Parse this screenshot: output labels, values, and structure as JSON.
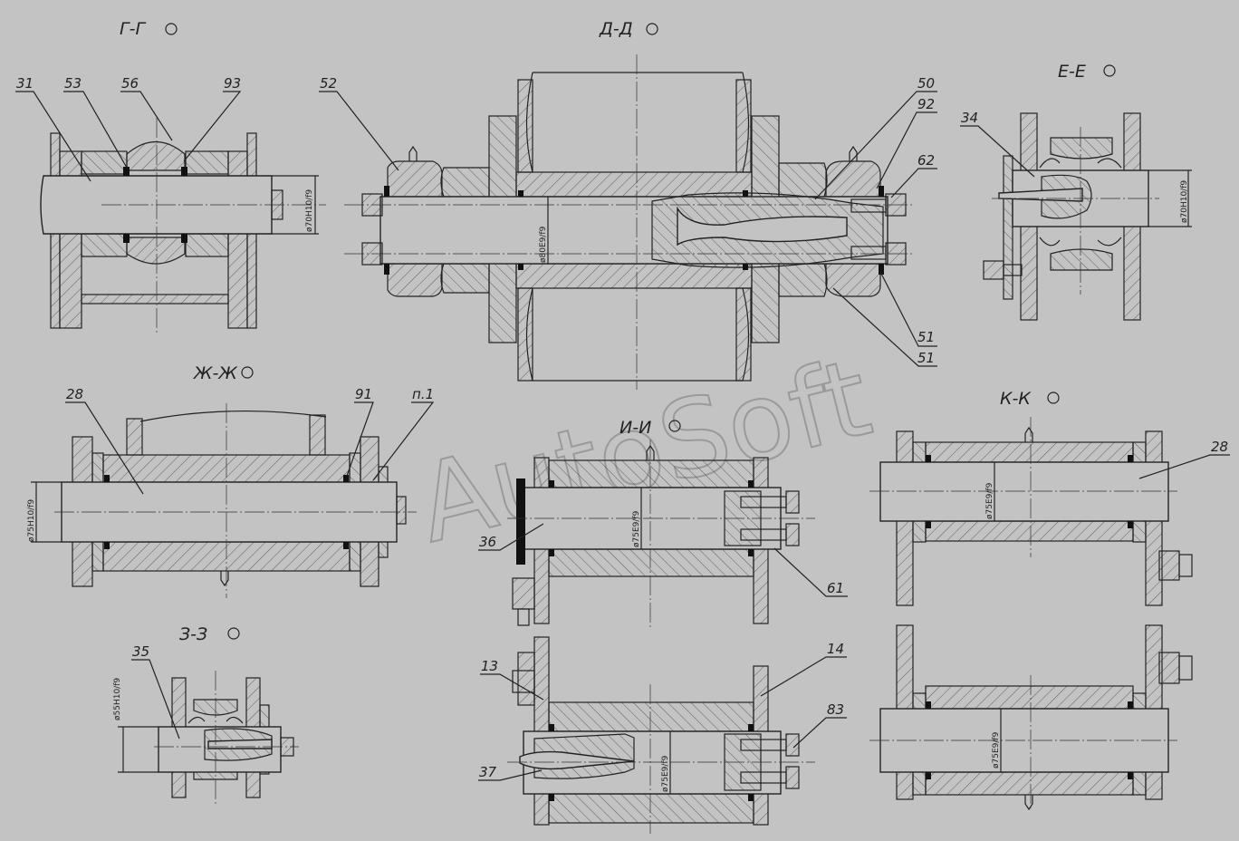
{
  "watermark": "AutoSoft",
  "views": {
    "gg": {
      "title": "Г-Г",
      "callouts": [
        "31",
        "53",
        "56",
        "93"
      ],
      "dim": "ø70H10/f9"
    },
    "dd": {
      "title": "Д-Д",
      "callouts": [
        "52",
        "50",
        "92",
        "62",
        "51",
        "51"
      ],
      "dim": "ø80E9/f9"
    },
    "ee": {
      "title": "Е-Е",
      "callouts": [
        "34"
      ],
      "dim": "ø70H10/f9"
    },
    "zhzh": {
      "title": "Ж-Ж",
      "callouts": [
        "28",
        "91",
        "п.1"
      ],
      "dim": "ø75H10/f9"
    },
    "ii": {
      "title": "И-И",
      "callouts": [
        "36",
        "61"
      ],
      "dim": "ø75E9/f9"
    },
    "kk": {
      "title": "К-К",
      "callouts": [
        "28"
      ],
      "dim_top": "ø75E9/f9",
      "dim_bottom": "ø75E9/f9"
    },
    "zz": {
      "title": "З-З",
      "callouts": [
        "35"
      ],
      "dim": "ø55H10/f9"
    },
    "lower": {
      "callouts": [
        "13",
        "14",
        "83",
        "37"
      ],
      "dim": "ø75E9/f9"
    }
  },
  "colors": {
    "background": "#c3c3c3",
    "line": "#222222",
    "watermark": "#9a9a9a"
  }
}
